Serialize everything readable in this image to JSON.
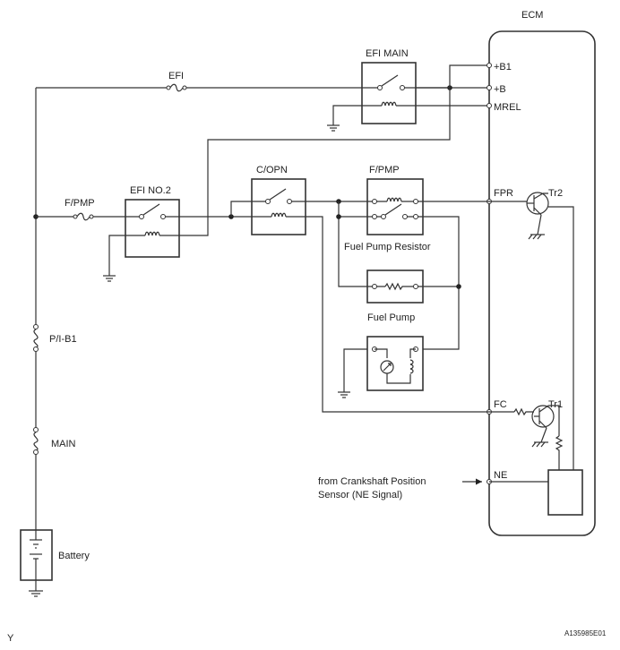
{
  "ecm": {
    "title": "ECM"
  },
  "terminals": {
    "b1": "+B1",
    "b": "+B",
    "mrel": "MREL",
    "fpr": "FPR",
    "fc": "FC",
    "ne": "NE"
  },
  "fuses": {
    "efi": "EFI",
    "fpmp": "F/PMP",
    "pib1": "P/I-B1",
    "main": "MAIN"
  },
  "relays": {
    "efi_main": "EFI MAIN",
    "efi_no2": "EFI NO.2",
    "copn": "C/OPN",
    "fpmp": "F/PMP"
  },
  "components": {
    "fuel_pump_resistor": "Fuel Pump Resistor",
    "fuel_pump": "Fuel Pump",
    "battery": "Battery",
    "tr1": "Tr1",
    "tr2": "Tr2"
  },
  "annotation": {
    "line1": "from Crankshaft Position",
    "line2": "Sensor (NE Signal)"
  },
  "footer": {
    "left": "Y",
    "right": "A135985E01"
  }
}
